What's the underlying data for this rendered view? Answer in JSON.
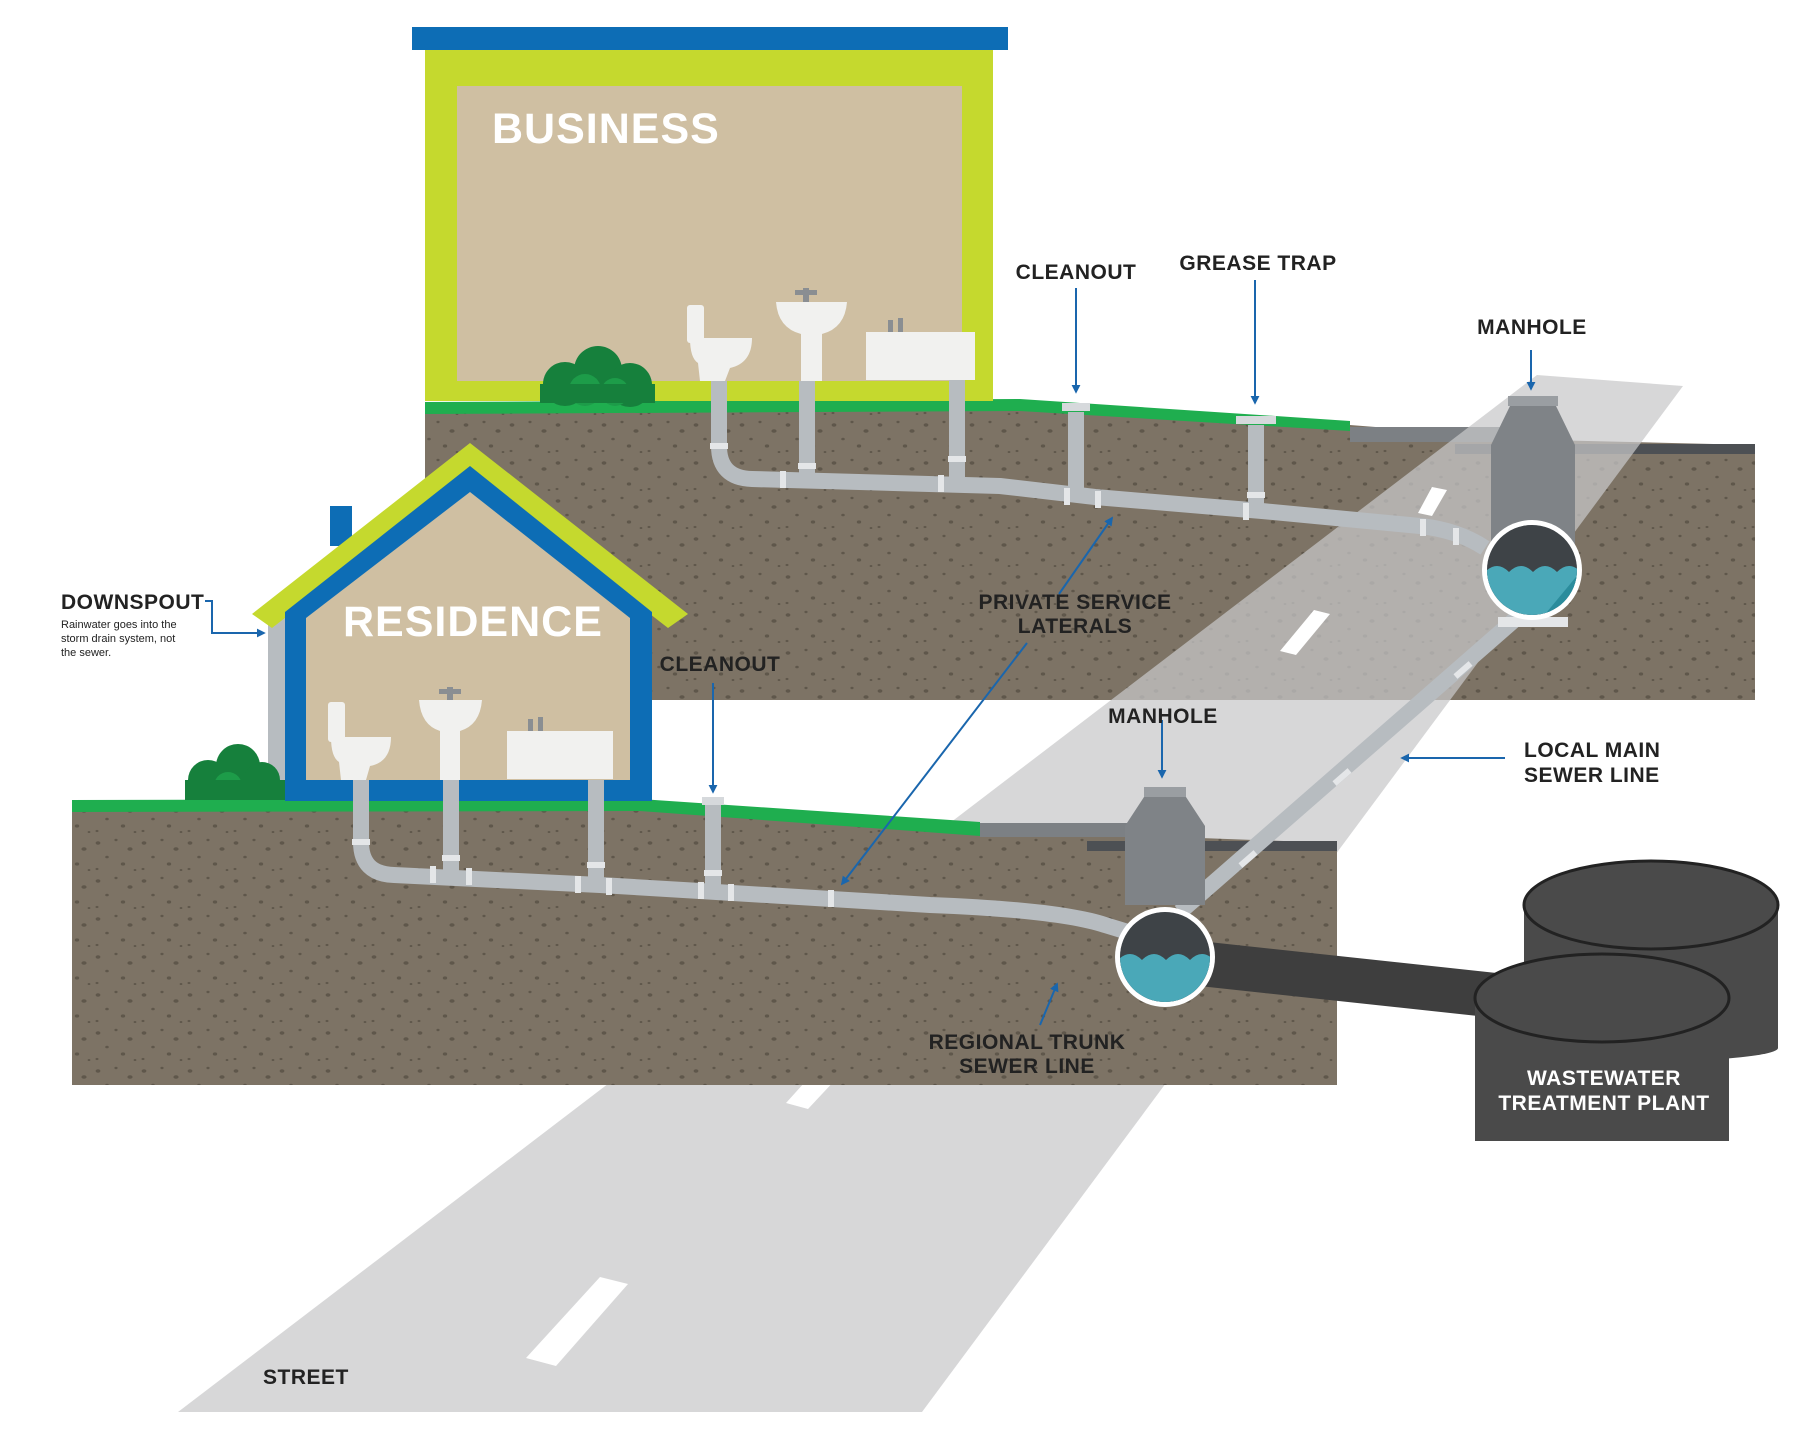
{
  "labels": {
    "business": "BUSINESS",
    "residence": "RESIDENCE",
    "cleanout_top": "CLEANOUT",
    "grease_trap": "GREASE TRAP",
    "manhole_top": "MANHOLE",
    "downspout": "DOWNSPOUT",
    "downspout_note": [
      "Rainwater goes into the",
      "storm drain system, not",
      "the sewer."
    ],
    "private_laterals": [
      "PRIVATE SERVICE",
      "LATERALS"
    ],
    "cleanout_bottom": "CLEANOUT",
    "manhole_bottom": "MANHOLE",
    "local_main": [
      "LOCAL MAIN",
      "SEWER LINE"
    ],
    "regional_trunk": [
      "REGIONAL TRUNK",
      "SEWER LINE"
    ],
    "wastewater_plant": [
      "WASTEWATER",
      "TREATMENT PLANT"
    ],
    "street": "STREET"
  },
  "colors": {
    "soil": "#7d7365",
    "grass": "#1fae4f",
    "lime": "#c5d92e",
    "blue": "#0d6db5",
    "wall": "#cfbfa2",
    "pipe": "#b7bcc0",
    "manhole": "#7f8387",
    "road": "#cfd0d1",
    "water": "#4aa8b8",
    "plant": "#4a4a4a",
    "arrow": "#1a66ad"
  },
  "icons": [
    "toilet-icon",
    "sink-icon",
    "tub-icon",
    "bush-icon"
  ]
}
